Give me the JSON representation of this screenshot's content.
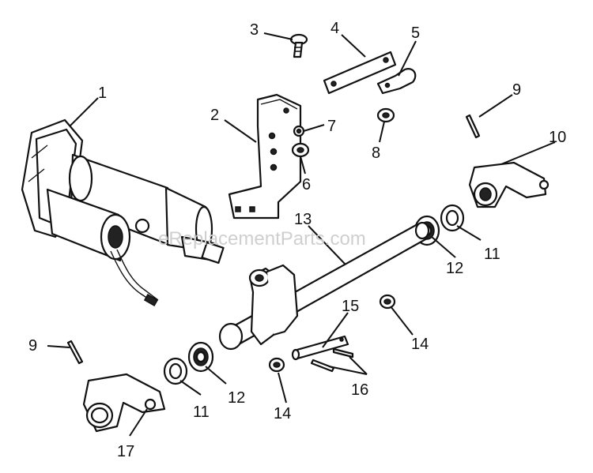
{
  "watermark": "eReplacementParts.com",
  "callouts": [
    "1",
    "2",
    "3",
    "4",
    "5",
    "6",
    "7",
    "8",
    "9",
    "10",
    "11",
    "12",
    "13",
    "14",
    "15",
    "16",
    "17"
  ],
  "labels": [
    {
      "key": "p1",
      "text": "1"
    },
    {
      "key": "p2",
      "text": "2"
    },
    {
      "key": "p3",
      "text": "3"
    },
    {
      "key": "p4",
      "text": "4"
    },
    {
      "key": "p5",
      "text": "5"
    },
    {
      "key": "p6",
      "text": "6"
    },
    {
      "key": "p7",
      "text": "7"
    },
    {
      "key": "p8",
      "text": "8"
    },
    {
      "key": "p9a",
      "text": "9"
    },
    {
      "key": "p9b",
      "text": "9"
    },
    {
      "key": "p10",
      "text": "10"
    },
    {
      "key": "p11a",
      "text": "11"
    },
    {
      "key": "p11b",
      "text": "11"
    },
    {
      "key": "p12a",
      "text": "12"
    },
    {
      "key": "p12b",
      "text": "12"
    },
    {
      "key": "p13",
      "text": "13"
    },
    {
      "key": "p14a",
      "text": "14"
    },
    {
      "key": "p14b",
      "text": "14"
    },
    {
      "key": "p15",
      "text": "15"
    },
    {
      "key": "p16",
      "text": "16"
    },
    {
      "key": "p17",
      "text": "17"
    }
  ]
}
